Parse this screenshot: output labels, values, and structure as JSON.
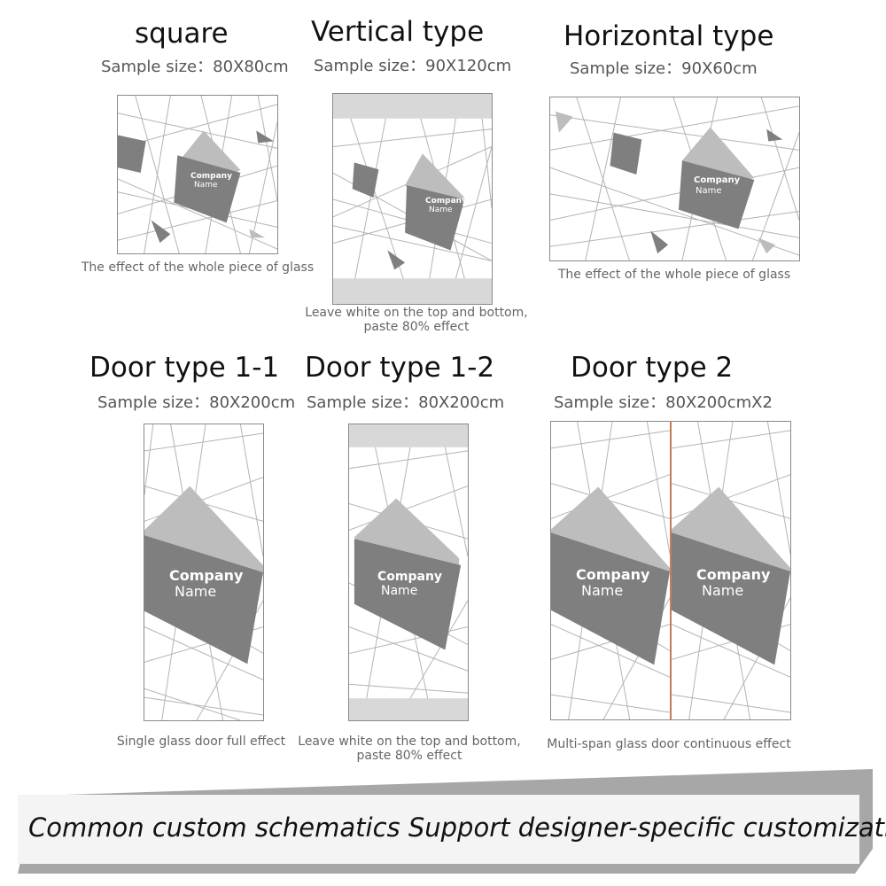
{
  "square": {
    "title": "square",
    "size": "Sample size：80X80cm",
    "company_l1": "Company",
    "company_l2": "Name",
    "caption": "The effect of the whole piece of glass"
  },
  "vertical": {
    "title": "Vertical type",
    "size": "Sample size：90X120cm",
    "company_l1": "Company",
    "company_l2": "Name",
    "caption_l1": "Leave white on the top and bottom,",
    "caption_l2": "paste 80% effect"
  },
  "horizontal": {
    "title": "Horizontal type",
    "size": "Sample size：90X60cm",
    "company_l1": "Company",
    "company_l2": "Name",
    "caption": "The effect of the whole piece of glass"
  },
  "door11": {
    "title": "Door type 1-1",
    "size": "Sample size：80X200cm",
    "company_l1": "Company",
    "company_l2": "Name",
    "caption": "Single glass door full effect"
  },
  "door12": {
    "title": "Door type 1-2",
    "size": "Sample size：80X200cm",
    "company_l1": "Company",
    "company_l2": "Name",
    "caption_l1": "Leave white on the top and bottom,",
    "caption_l2": "paste 80% effect"
  },
  "door2": {
    "title": "Door type 2",
    "size": "Sample size：80X200cmX2",
    "company_l1": "Company",
    "company_l2": "Name",
    "caption": "Multi-span glass door continuous effect"
  },
  "banner": {
    "text": "Common custom schematics Support designer-specific customization"
  },
  "colors": {
    "line": "#b3b3b3",
    "shape_dark": "#7f7f7f",
    "shape_light": "#bdbdbd",
    "blank_band": "#d8d8d8",
    "door_seam": "#c77c55"
  }
}
